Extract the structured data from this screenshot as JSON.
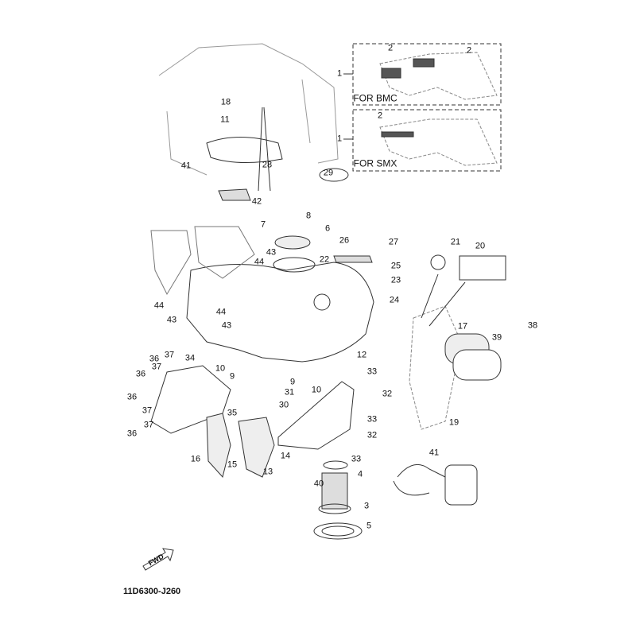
{
  "callouts": [
    "18",
    "11",
    "41",
    "28",
    "29",
    "42",
    "1",
    "2",
    "2",
    "1",
    "2",
    "7",
    "8",
    "6",
    "26",
    "27",
    "43",
    "44",
    "22",
    "25",
    "23",
    "24",
    "21",
    "20",
    "44",
    "43",
    "44",
    "43",
    "17",
    "39",
    "38",
    "37",
    "34",
    "36",
    "10",
    "9",
    "12",
    "36",
    "37",
    "9",
    "10",
    "33",
    "32",
    "31",
    "36",
    "37",
    "36",
    "37",
    "35",
    "30",
    "33",
    "32",
    "19",
    "16",
    "15",
    "14",
    "13",
    "33",
    "4",
    "41",
    "40",
    "3",
    "5"
  ],
  "notes": {
    "bmc": "FOR BMC",
    "smx": "FOR SMX"
  },
  "fwd_label": "FWD",
  "diagram_code": "11D6300-J260"
}
